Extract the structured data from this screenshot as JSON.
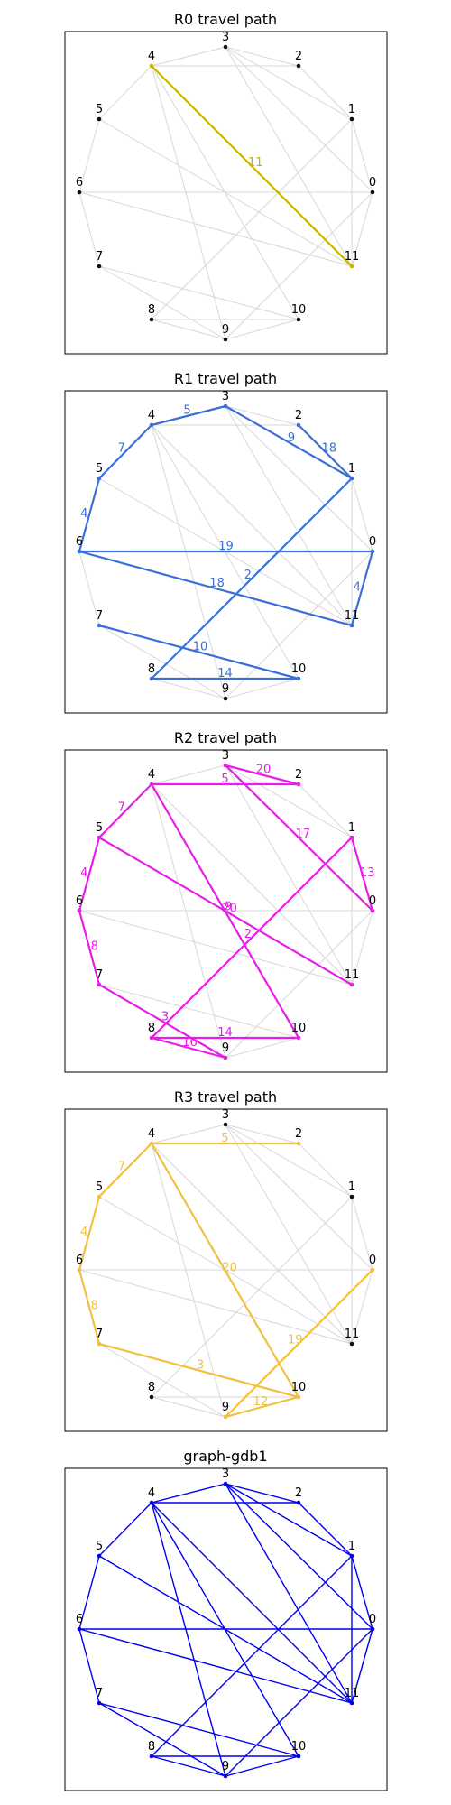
{
  "panels": [
    {
      "title": "R0 travel path",
      "color": "#c8b400",
      "edges": [
        {
          "from": 4,
          "to": 11,
          "label": "11"
        }
      ]
    },
    {
      "title": "R1 travel path",
      "color": "#3a6fd8",
      "edges": [
        {
          "from": 4,
          "to": 3,
          "label": "5"
        },
        {
          "from": 3,
          "to": 1,
          "label": "9"
        },
        {
          "from": 2,
          "to": 1,
          "label": "18"
        },
        {
          "from": 4,
          "to": 5,
          "label": "7"
        },
        {
          "from": 5,
          "to": 6,
          "label": "4"
        },
        {
          "from": 6,
          "to": 0,
          "label": "19"
        },
        {
          "from": 6,
          "to": 11,
          "label": "18"
        },
        {
          "from": 1,
          "to": 8,
          "label": "2"
        },
        {
          "from": 0,
          "to": 11,
          "label": "4"
        },
        {
          "from": 7,
          "to": 10,
          "label": "10"
        },
        {
          "from": 8,
          "to": 10,
          "label": "14"
        }
      ]
    },
    {
      "title": "R2 travel path",
      "color": "#e61ee6",
      "edges": [
        {
          "from": 4,
          "to": 2,
          "label": "5"
        },
        {
          "from": 3,
          "to": 2,
          "label": "20"
        },
        {
          "from": 3,
          "to": 0,
          "label": "17"
        },
        {
          "from": 1,
          "to": 0,
          "label": "13"
        },
        {
          "from": 4,
          "to": 5,
          "label": "7"
        },
        {
          "from": 5,
          "to": 6,
          "label": "4"
        },
        {
          "from": 6,
          "to": 7,
          "label": "8"
        },
        {
          "from": 4,
          "to": 10,
          "label": "20"
        },
        {
          "from": 5,
          "to": 11,
          "label": "9"
        },
        {
          "from": 1,
          "to": 8,
          "label": "2"
        },
        {
          "from": 7,
          "to": 9,
          "label": "3"
        },
        {
          "from": 8,
          "to": 9,
          "label": "16"
        },
        {
          "from": 8,
          "to": 10,
          "label": "14"
        }
      ]
    },
    {
      "title": "R3 travel path",
      "color": "#f0c040",
      "edges": [
        {
          "from": 4,
          "to": 2,
          "label": "5"
        },
        {
          "from": 4,
          "to": 5,
          "label": "7"
        },
        {
          "from": 5,
          "to": 6,
          "label": "4"
        },
        {
          "from": 6,
          "to": 7,
          "label": "8"
        },
        {
          "from": 4,
          "to": 10,
          "label": "20"
        },
        {
          "from": 0,
          "to": 9,
          "label": "19"
        },
        {
          "from": 7,
          "to": 10,
          "label": "3"
        },
        {
          "from": 9,
          "to": 10,
          "label": "12"
        }
      ]
    },
    {
      "title": "graph-gdb1",
      "color": "#0000ee",
      "full_graph": true,
      "edges": []
    }
  ],
  "nodes": [
    "0",
    "1",
    "2",
    "3",
    "4",
    "5",
    "6",
    "7",
    "8",
    "9",
    "10",
    "11"
  ],
  "base_edges": [
    [
      3,
      2
    ],
    [
      3,
      1
    ],
    [
      3,
      0
    ],
    [
      2,
      1
    ],
    [
      4,
      3
    ],
    [
      4,
      2
    ],
    [
      4,
      5
    ],
    [
      4,
      11
    ],
    [
      4,
      9
    ],
    [
      4,
      10
    ],
    [
      5,
      6
    ],
    [
      5,
      11
    ],
    [
      6,
      0
    ],
    [
      6,
      7
    ],
    [
      6,
      11
    ],
    [
      1,
      8
    ],
    [
      1,
      0
    ],
    [
      0,
      11
    ],
    [
      0,
      9
    ],
    [
      7,
      9
    ],
    [
      7,
      10
    ],
    [
      8,
      9
    ],
    [
      8,
      10
    ],
    [
      9,
      10
    ],
    [
      1,
      11
    ],
    [
      3,
      11
    ]
  ],
  "colors": {
    "background_edge": "#d7d7d7",
    "frame": "#000000",
    "node": "#111111"
  }
}
